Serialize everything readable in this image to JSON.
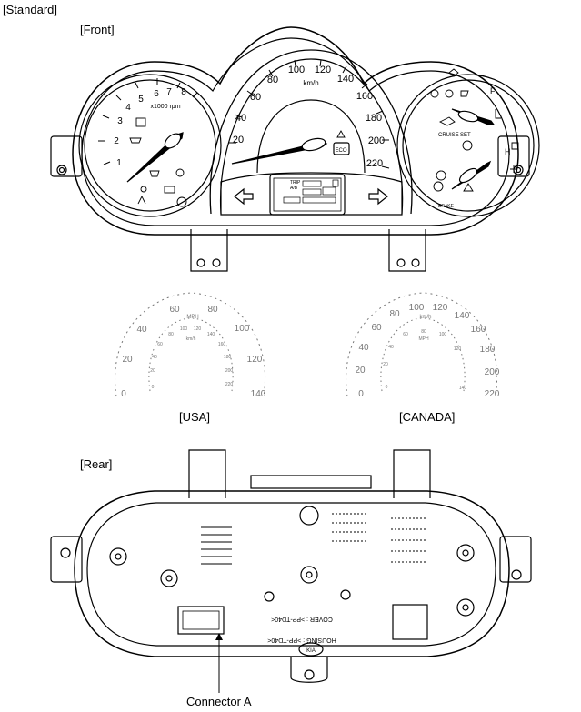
{
  "labels": {
    "standard": "[Standard]",
    "front": "[Front]",
    "usa": "[USA]",
    "canada": "[CANADA]",
    "rear": "[Rear]",
    "connector": "Connector A"
  },
  "tachometer": {
    "ticks": [
      "1",
      "2",
      "3",
      "4",
      "5",
      "6",
      "7",
      "8"
    ],
    "unit": "x1000 rpm"
  },
  "speedometer": {
    "ticks": [
      "20",
      "40",
      "60",
      "80",
      "100",
      "120",
      "140",
      "160",
      "180",
      "200",
      "220"
    ],
    "unit": "km/h",
    "eco": "ECO"
  },
  "right_gauges": {
    "fuel_full": "F",
    "temp_hot": "H",
    "cruise": "CRUISE",
    "set": "SET",
    "brake": "BRAKE"
  },
  "lcd": {
    "trip": "TRIP",
    "ab": "A/B"
  },
  "usa_dial": {
    "outer_ticks": [
      "0",
      "20",
      "40",
      "60",
      "80",
      "100",
      "120",
      "140"
    ],
    "outer_unit": "MPH",
    "inner_ticks": [
      "0",
      "20",
      "40",
      "60",
      "80",
      "100",
      "120",
      "140",
      "160",
      "180",
      "200",
      "220"
    ],
    "inner_unit": "km/h"
  },
  "canada_dial": {
    "outer_ticks": [
      "0",
      "20",
      "40",
      "60",
      "80",
      "100",
      "120",
      "140",
      "160",
      "180",
      "200",
      "220"
    ],
    "outer_unit": "km/h",
    "inner_ticks": [
      "0",
      "20",
      "40",
      "60",
      "80",
      "100",
      "120",
      "140"
    ],
    "inner_unit": "MPH"
  },
  "rear_text": {
    "housing": "HOUSING : >PP-TD40<",
    "cover": "COVER : >PP-TD40<",
    "logo": "KIA"
  }
}
